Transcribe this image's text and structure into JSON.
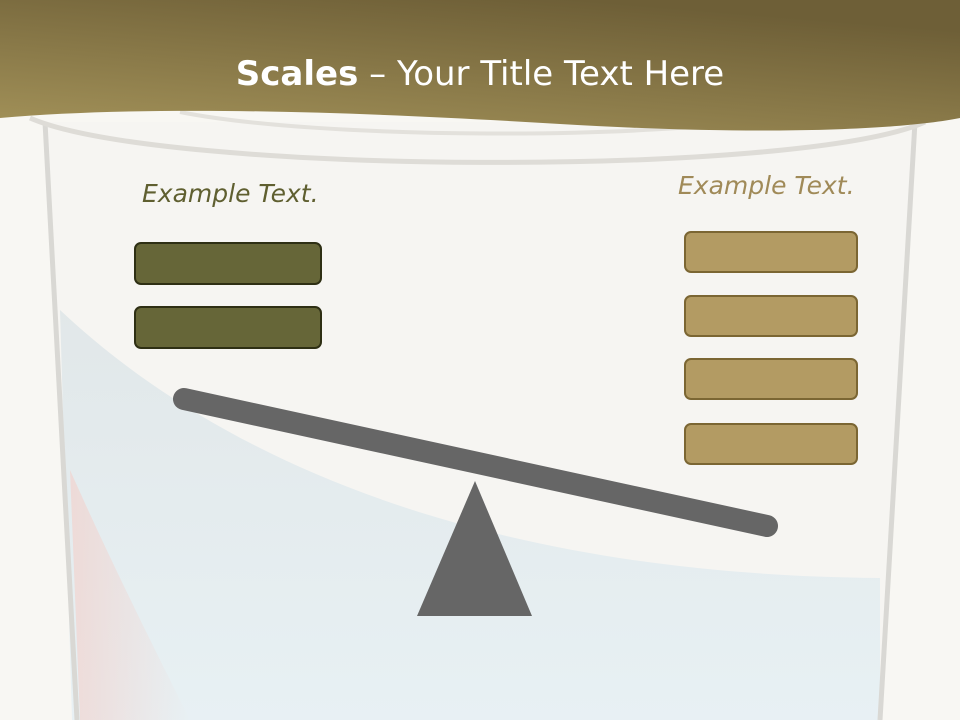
{
  "slide": {
    "title_bold": "Scales",
    "title_rest": " – Your Title Text Here"
  },
  "left_side": {
    "label": "Example Text.",
    "box_count": 2,
    "color": "#666638",
    "label_color": "#5f5f30"
  },
  "right_side": {
    "label": "Example Text.",
    "box_count": 4,
    "color": "#b39b63",
    "label_color": "#a08a58"
  },
  "colors": {
    "header_dark": "#6e5f37",
    "header_light": "#a39259",
    "beam": "#666666",
    "fulcrum": "#666666",
    "liquid": "#dde8ec",
    "background": "#f8f7f3"
  },
  "icons": {
    "beam": "balance-beam",
    "fulcrum": "triangle-fulcrum",
    "backdrop": "beaker-glass"
  }
}
